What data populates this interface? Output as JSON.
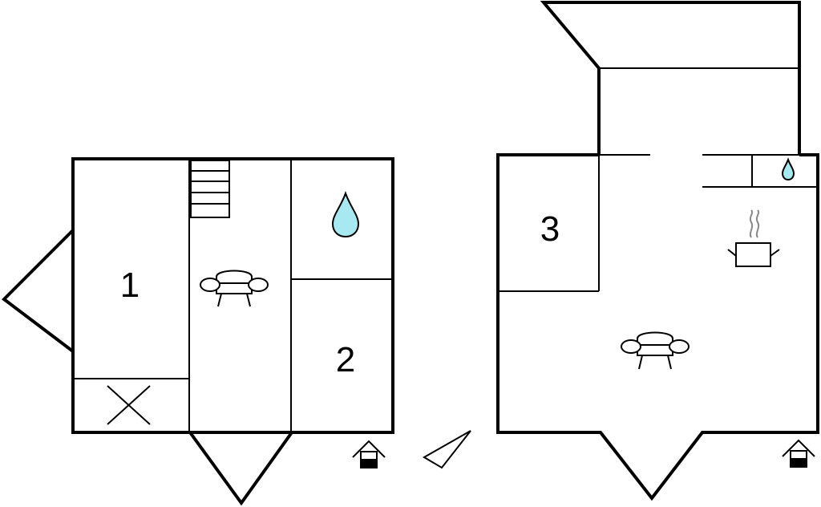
{
  "floor_plan": {
    "ground_floor": {
      "rooms": [
        {
          "label": "1",
          "type": "bedroom"
        },
        {
          "label": "2",
          "type": "bedroom"
        }
      ],
      "icons": [
        "water-drop-icon",
        "sofa-icon",
        "stairs-icon",
        "cross-icon",
        "entrance-icon"
      ]
    },
    "upper_floor": {
      "rooms": [
        {
          "label": "3",
          "type": "bedroom"
        }
      ],
      "icons": [
        "water-drop-icon",
        "cooking-pot-icon",
        "sofa-icon",
        "entrance-icon"
      ]
    },
    "compass": "north-arrow-icon"
  },
  "colors": {
    "wall": "#000000",
    "water": "#a8e8f0",
    "background": "#ffffff"
  }
}
